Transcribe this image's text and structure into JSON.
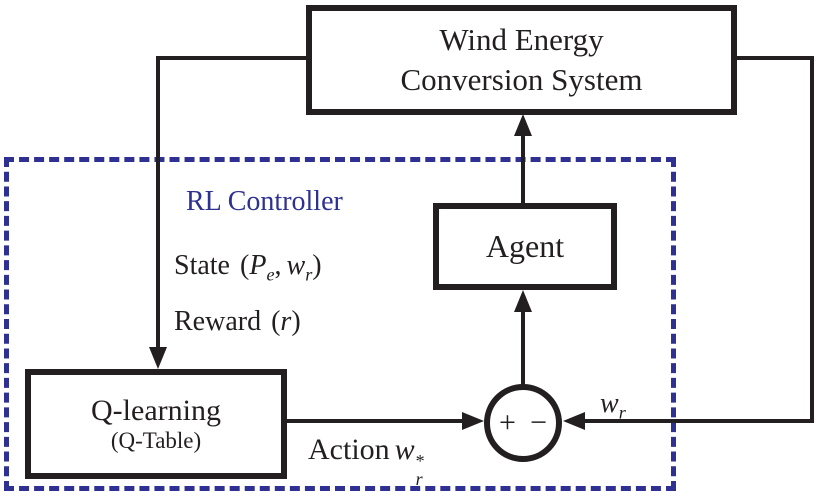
{
  "colors": {
    "line_black": "#231f20",
    "accent_blue": "#2e3192"
  },
  "blocks": {
    "wecs": {
      "line1": "Wind Energy",
      "line2": "Conversion System"
    },
    "agent": {
      "label": "Agent"
    },
    "q_learning": {
      "line1": "Q-learning",
      "line2": "(Q-Table)"
    }
  },
  "labels": {
    "rl_controller": "RL Controller",
    "state": {
      "word": "State",
      "open": "(",
      "P": "P",
      "P_sub": "e",
      "comma": ",",
      "w": "w",
      "w_sub": "r",
      "close": ")"
    },
    "reward": {
      "word": "Reward",
      "open": "(",
      "r": "r",
      "close": ")"
    },
    "action": {
      "word": "Action",
      "w": "w",
      "sup": "*",
      "sub": "r"
    },
    "wr_feedback": {
      "w": "w",
      "sub": "r"
    }
  },
  "sum_junction": {
    "plus": "+",
    "minus": "−"
  }
}
